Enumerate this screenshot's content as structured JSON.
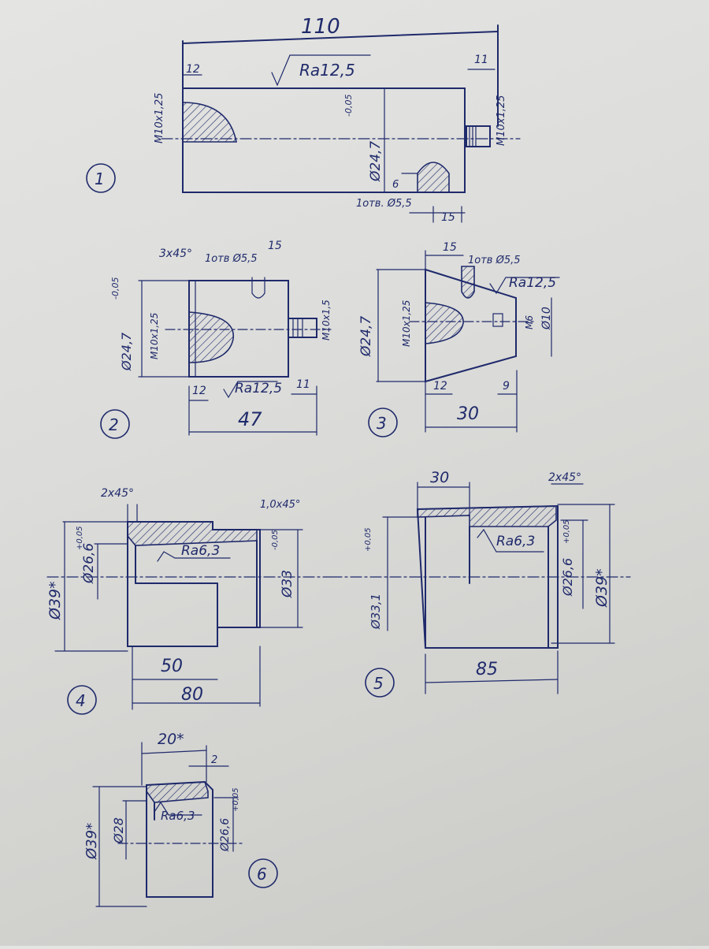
{
  "parts": [
    {
      "number": "1",
      "labels": {
        "overall_length": "110",
        "left_step": "12",
        "right_step": "11",
        "roughness": "Ra12,5",
        "left_thread": "M10x1,25",
        "diameter": "Ø24,7",
        "diameter_tol": "-0,05",
        "right_thread": "M10x1,25",
        "hole_depth": "6",
        "hole_note": "1отв. Ø5,5",
        "hole_pos": "15"
      }
    },
    {
      "number": "2",
      "labels": {
        "chamfer": "3x45°",
        "hole_note": "1отв Ø5,5",
        "hole_pos": "15",
        "diameter": "Ø24,7",
        "diameter_tol": "-0,05",
        "left_thread": "M10x1,25",
        "right_thread": "M10x1,5",
        "left_step": "12",
        "roughness": "Ra12,5",
        "right_step": "11",
        "overall_length": "47"
      }
    },
    {
      "number": "3",
      "labels": {
        "hole_pos": "15",
        "hole_note": "1отв Ø5,5",
        "roughness": "Ra12,5",
        "diameter": "Ø24,7",
        "left_thread": "M10x1,25",
        "right_thread": "M6",
        "right_diameter": "Ø10",
        "left_step": "12",
        "right_step": "9",
        "overall_length": "30"
      }
    },
    {
      "number": "4",
      "labels": {
        "chamfer_left": "2x45°",
        "chamfer_right": "1,0x45°",
        "outer_diameter": "Ø39*",
        "inner_diameter": "Ø26,6",
        "inner_tol": "+0,05",
        "roughness": "Ra6,3",
        "step_diameter": "Ø33",
        "step_tol": "-0,05",
        "inner_length": "50",
        "overall_length": "80"
      }
    },
    {
      "number": "5",
      "labels": {
        "step_length": "30",
        "chamfer": "2x45°",
        "step_diameter": "Ø33,1",
        "step_tol": "+0,05",
        "roughness": "Ra6,3",
        "inner_diameter": "Ø26,6",
        "inner_tol": "+0,05",
        "outer_diameter": "Ø39*",
        "overall_length": "85"
      }
    },
    {
      "number": "6",
      "labels": {
        "overall_length": "20*",
        "chamfer": "2",
        "outer_diameter": "Ø39*",
        "bore_diameter": "Ø28",
        "roughness": "Ra6,3",
        "inner_diameter": "Ø26,6",
        "inner_tol": "+0,05"
      }
    }
  ]
}
